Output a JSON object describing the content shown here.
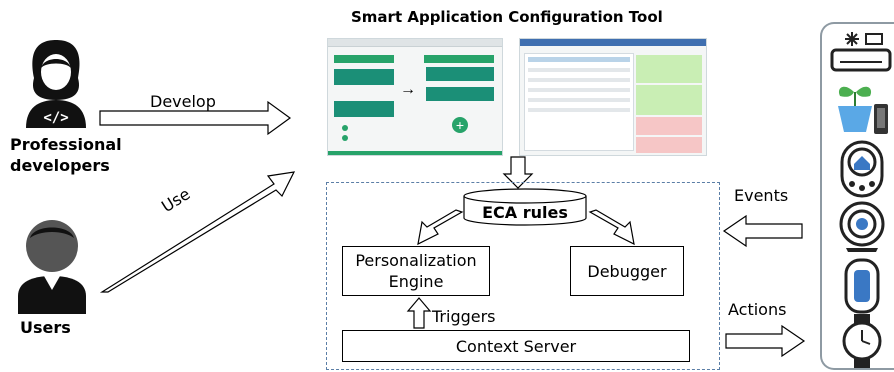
{
  "title": "Smart Application Configuration Tool",
  "actors": {
    "developers_label": "Professional\ndevelopers",
    "users_label": "Users"
  },
  "arrows": {
    "develop": "Develop",
    "use": "Use",
    "events": "Events",
    "actions": "Actions",
    "triggers": "Triggers"
  },
  "components": {
    "eca_rules": "ECA rules",
    "personalization_engine": "Personalization\nEngine",
    "debugger": "Debugger",
    "context_server": "Context Server"
  },
  "devices": [
    "air-conditioner-icon",
    "plant-icon",
    "smart-home-remote-icon",
    "webcam-icon",
    "smart-band-icon",
    "smartwatch-icon"
  ],
  "colors": {
    "green": "#27a36a",
    "teal": "#1b8f77",
    "blue_dash": "#5b7ea6",
    "dark": "#222222"
  }
}
